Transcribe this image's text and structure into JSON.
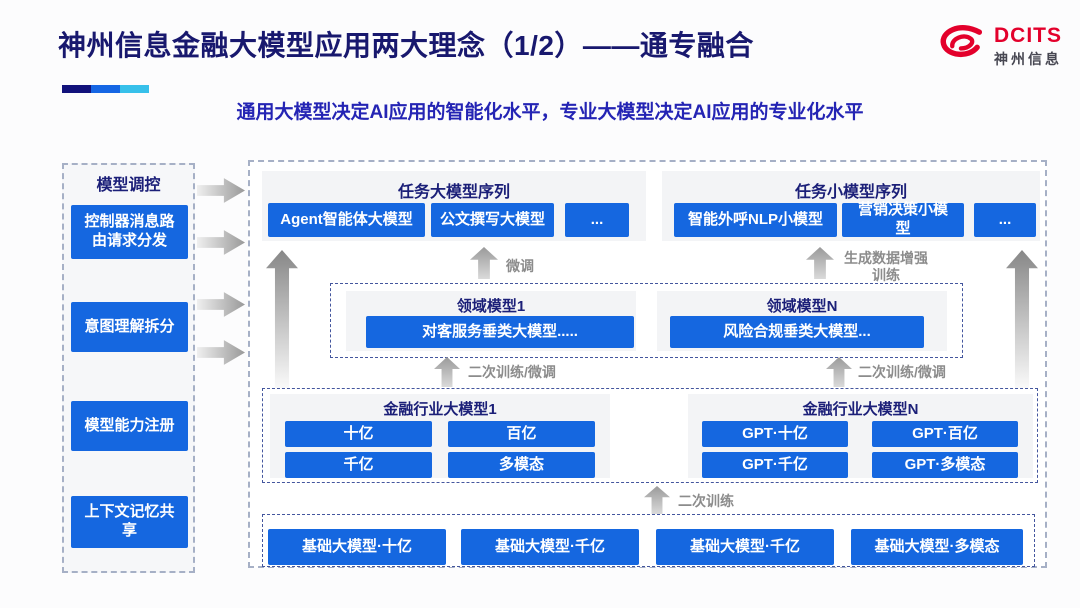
{
  "header": {
    "title": "神州信息金融大模型应用两大理念（1/2）——通专融合",
    "subtitle": "通用大模型决定AI应用的智能化水平，专业大模型决定AI应用的专业化水平",
    "logo": {
      "brand": "DCITS",
      "brand_cn": "神州信息"
    },
    "accent_bar_colors": [
      "#12127b",
      "#1566e4",
      "#37c0ea"
    ]
  },
  "sidebar": {
    "title": "模型调控",
    "items": [
      "控制器消息路由请求分发",
      "意图理解拆分",
      "模型能力注册",
      "上下文记忆共享"
    ]
  },
  "diagram": {
    "task_large": {
      "title": "任务大模型序列",
      "items": [
        "Agent智能体大模型",
        "公文撰写大模型",
        "..."
      ]
    },
    "task_small": {
      "title": "任务小模型序列",
      "items": [
        "智能外呼NLP小模型",
        "营销决策小模型",
        "..."
      ]
    },
    "labels": {
      "finetune": "微调",
      "gen_data": "生成数据增强训练",
      "retrain_finetune_left": "二次训练/微调",
      "retrain_finetune_right": "二次训练/微调",
      "retrain": "二次训练"
    },
    "domain1": {
      "title": "领域模型1",
      "item": "对客服务垂类大模型....."
    },
    "domainN": {
      "title": "领域模型N",
      "item": "风险合规垂类大模型..."
    },
    "industry1": {
      "title": "金融行业大模型1",
      "items": [
        "十亿",
        "百亿",
        "千亿",
        "多模态"
      ]
    },
    "industryN": {
      "title": "金融行业大模型N",
      "items": [
        "GPT·十亿",
        "GPT·百亿",
        "GPT·千亿",
        "GPT·多模态"
      ]
    },
    "base_models": [
      "基础大模型·十亿",
      "基础大模型·千亿",
      "基础大模型·千亿",
      "基础大模型·多模态"
    ]
  },
  "colors": {
    "button_blue": "#1567e0",
    "title_navy": "#18186e",
    "subtitle_blue": "#2424b4",
    "header_navy": "#1b1f78",
    "label_gray": "#8c8c8c",
    "logo_red": "#e3002b"
  }
}
